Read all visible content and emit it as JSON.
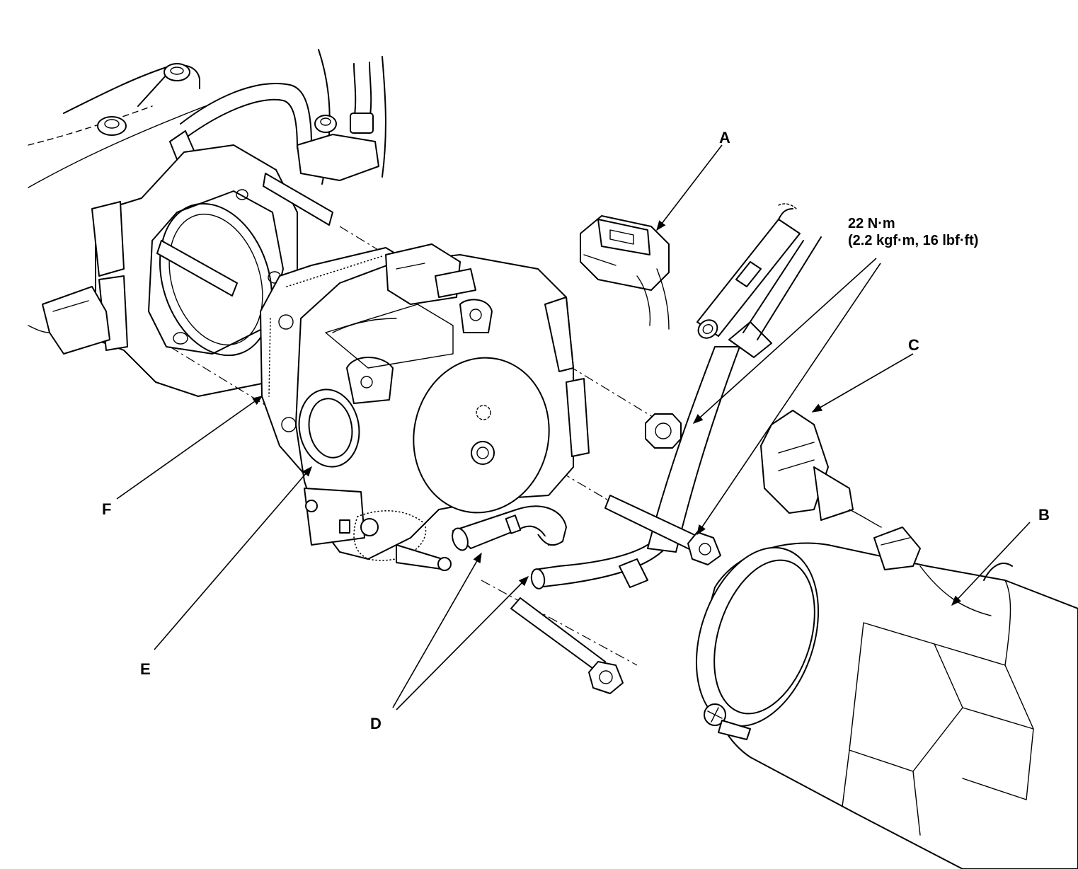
{
  "labels": {
    "A": "A",
    "B": "B",
    "C": "C",
    "D": "D",
    "E": "E",
    "F": "F"
  },
  "torque": {
    "line1": "22 N·m",
    "line2": "(2.2 kgf·m, 16 lbf·ft)"
  },
  "colors": {
    "ink": "#000000",
    "paper": "#ffffff"
  }
}
